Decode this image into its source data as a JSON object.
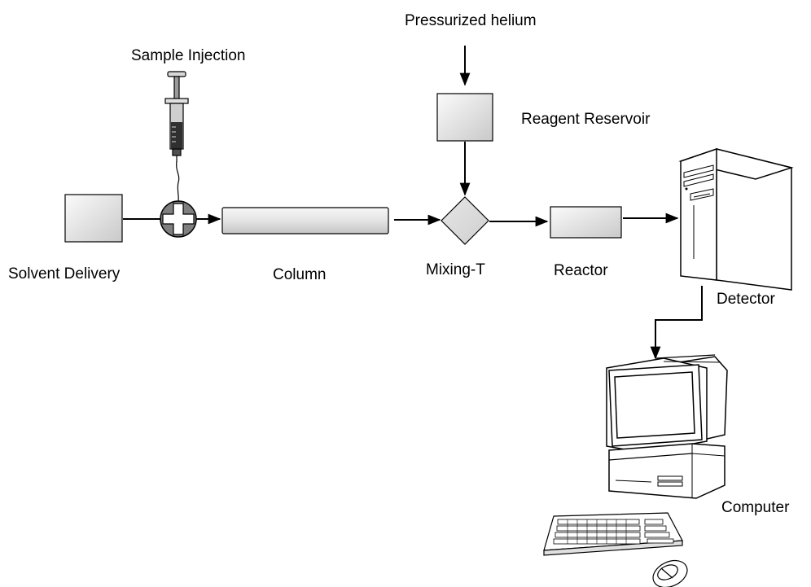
{
  "labels": {
    "pressurized_helium": "Pressurized helium",
    "sample_injection": "Sample Injection",
    "reagent_reservoir": "Reagent Reservoir",
    "solvent_delivery": "Solvent Delivery",
    "column": "Column",
    "mixing_t": "Mixing-T",
    "reactor": "Reactor",
    "detector": "Detector",
    "computer": "Computer"
  },
  "colors": {
    "line": "#000000",
    "box_fill_light": "#f2f2f2",
    "box_fill_dark": "#c8c8c8",
    "valve_fill": "#7f7f7f",
    "valve_cross": "#ffffff",
    "tower_fill": "#ffffff",
    "tower_side": "#e6e6e6"
  }
}
